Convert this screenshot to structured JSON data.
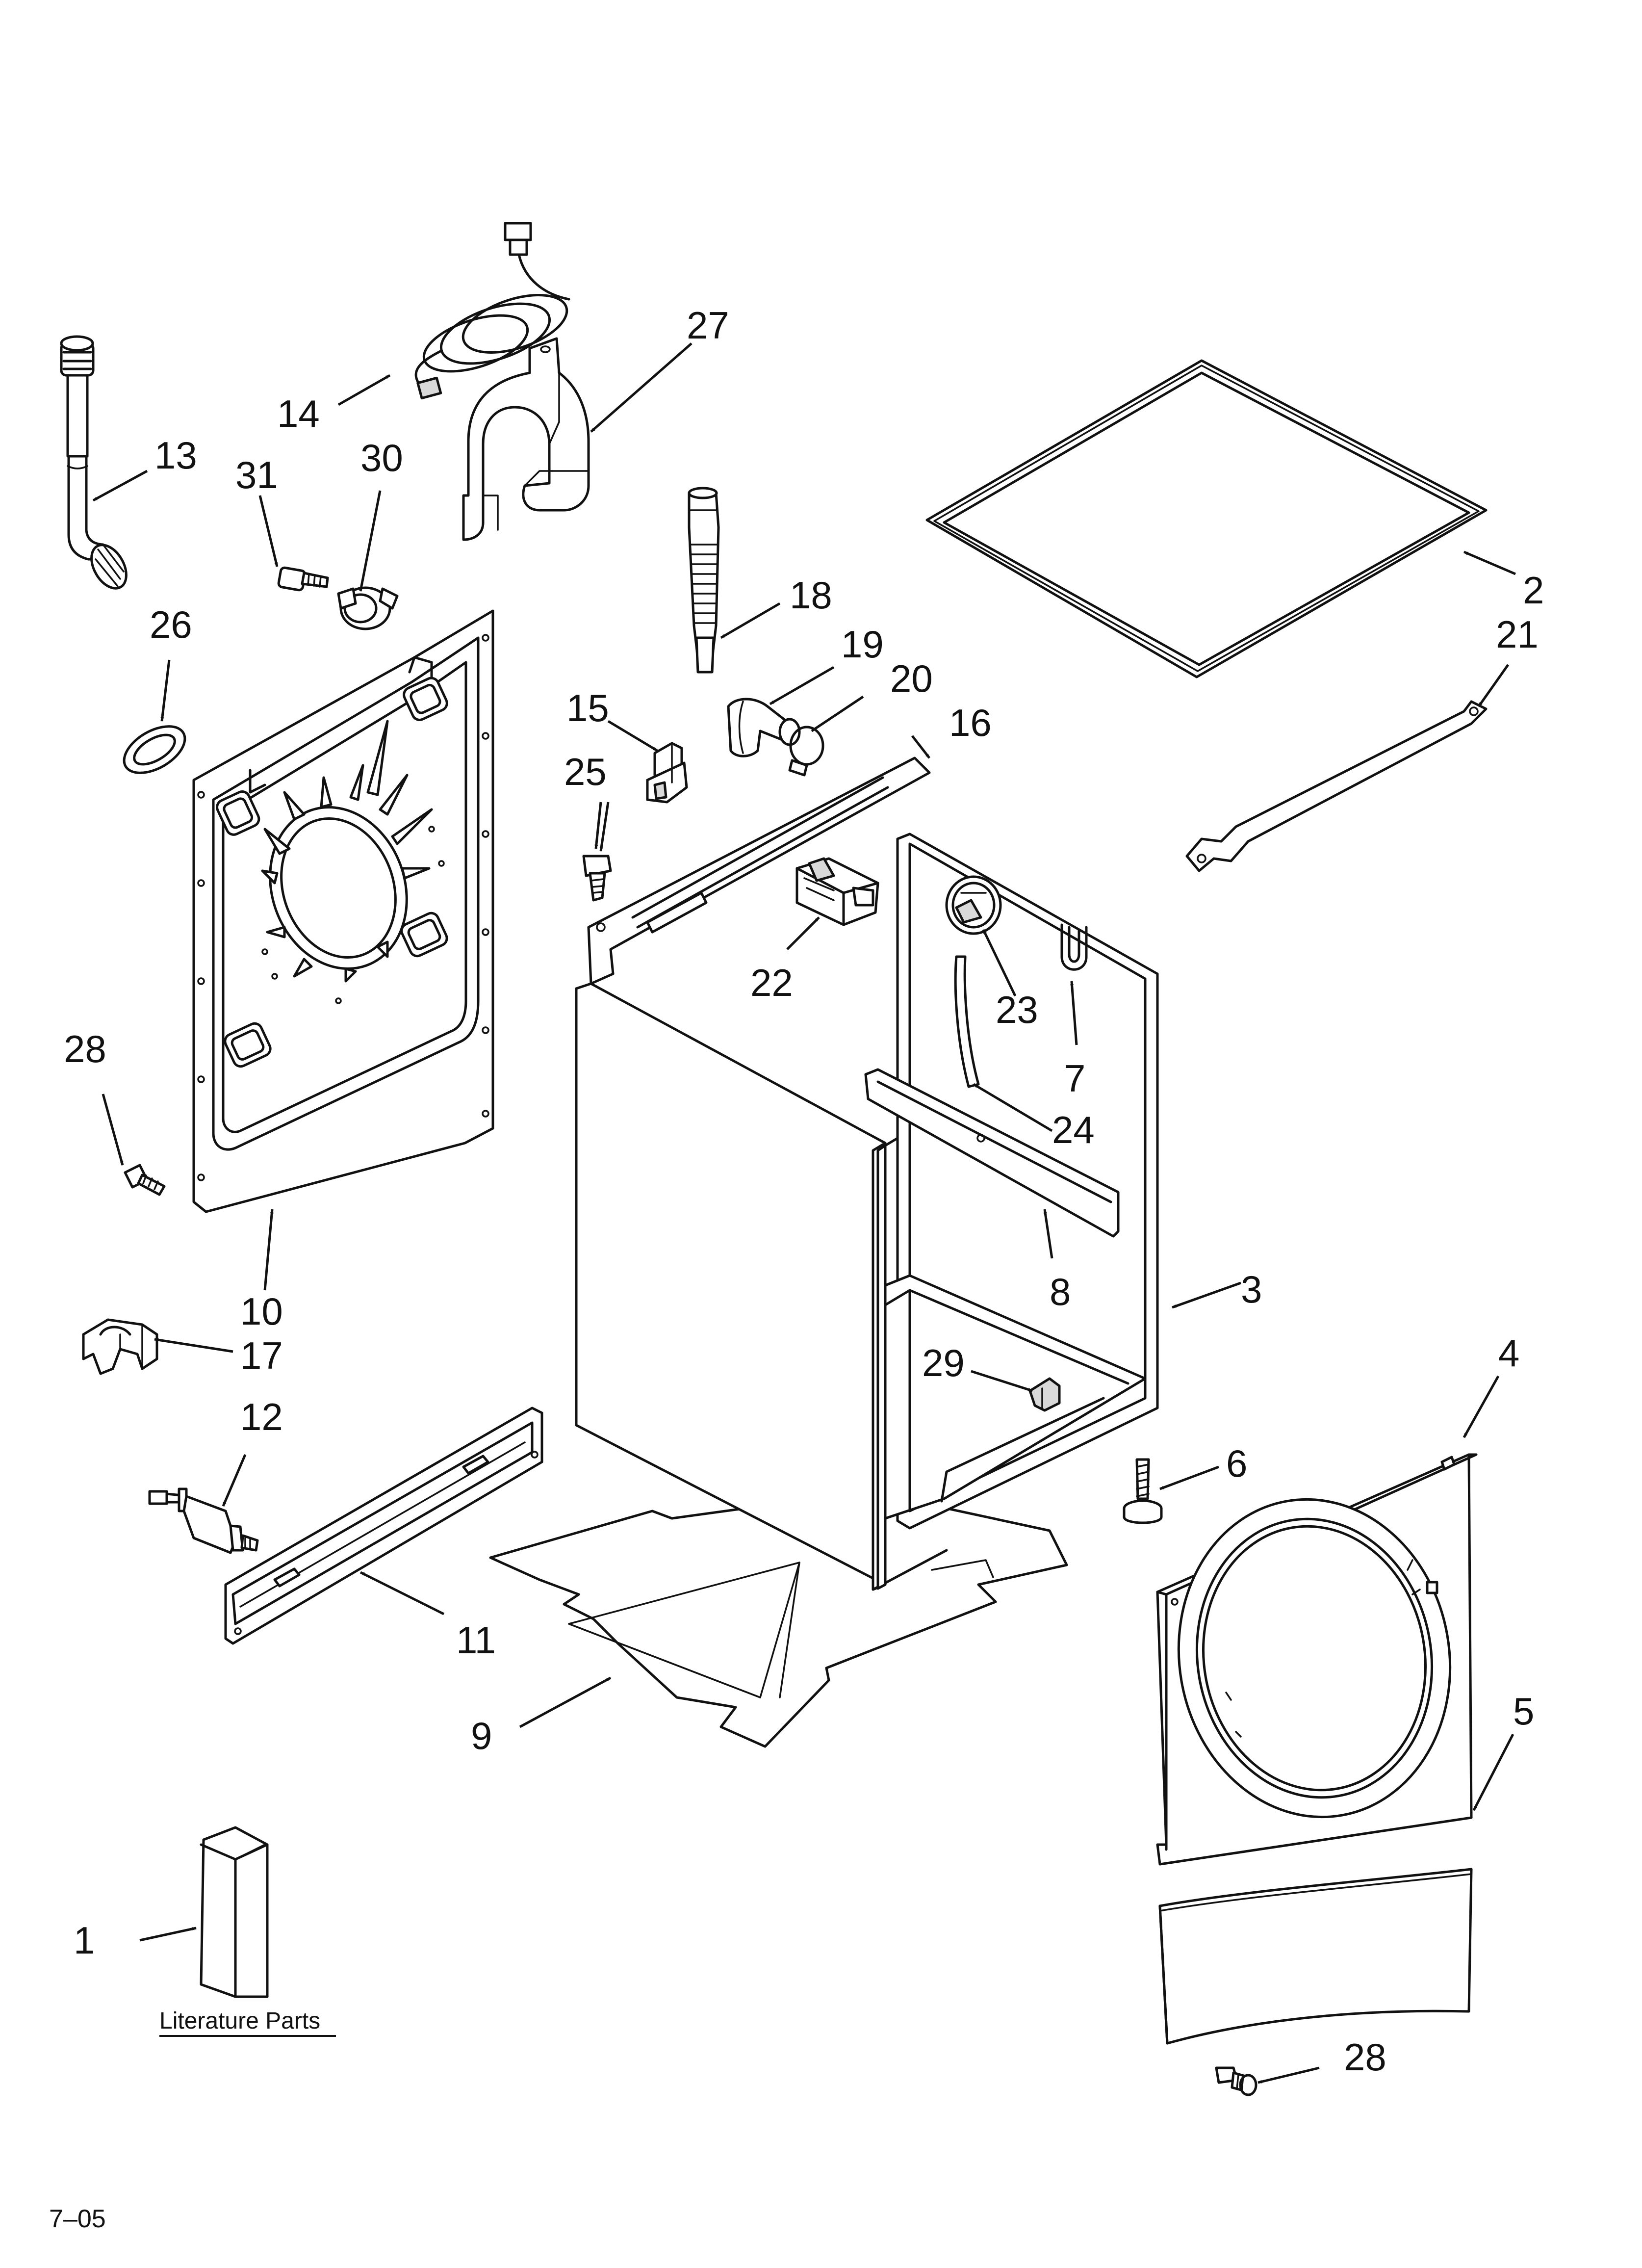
{
  "literature_label": "Literature Parts",
  "date_code": "7–05",
  "callouts": [
    {
      "id": "c1",
      "label": "1"
    },
    {
      "id": "c2",
      "label": "2"
    },
    {
      "id": "c3",
      "label": "3"
    },
    {
      "id": "c4",
      "label": "4"
    },
    {
      "id": "c5",
      "label": "5"
    },
    {
      "id": "c6",
      "label": "6"
    },
    {
      "id": "c7",
      "label": "7"
    },
    {
      "id": "c8",
      "label": "8"
    },
    {
      "id": "c9",
      "label": "9"
    },
    {
      "id": "c10",
      "label": "10"
    },
    {
      "id": "c11",
      "label": "11"
    },
    {
      "id": "c12",
      "label": "12"
    },
    {
      "id": "c13",
      "label": "13"
    },
    {
      "id": "c14",
      "label": "14"
    },
    {
      "id": "c15",
      "label": "15"
    },
    {
      "id": "c16",
      "label": "16"
    },
    {
      "id": "c17",
      "label": "17"
    },
    {
      "id": "c18",
      "label": "18"
    },
    {
      "id": "c19",
      "label": "19"
    },
    {
      "id": "c20",
      "label": "20"
    },
    {
      "id": "c21",
      "label": "21"
    },
    {
      "id": "c22",
      "label": "22"
    },
    {
      "id": "c23",
      "label": "23"
    },
    {
      "id": "c24",
      "label": "24"
    },
    {
      "id": "c25",
      "label": "25"
    },
    {
      "id": "c26",
      "label": "26"
    },
    {
      "id": "c27",
      "label": "27"
    },
    {
      "id": "c28a",
      "label": "28"
    },
    {
      "id": "c28b",
      "label": "28"
    },
    {
      "id": "c29",
      "label": "29"
    },
    {
      "id": "c30",
      "label": "30"
    },
    {
      "id": "c31",
      "label": "31"
    }
  ]
}
